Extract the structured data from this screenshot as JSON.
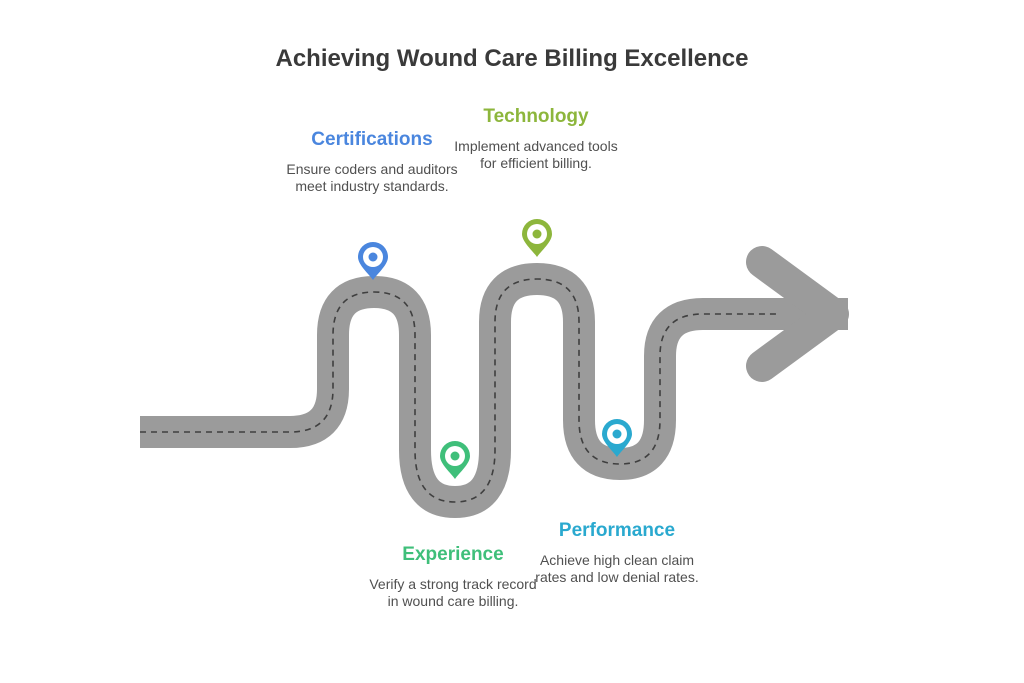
{
  "title": "Achieving Wound Care Billing Excellence",
  "colors": {
    "road": "#9b9b9b",
    "road_dash": "#3f3f3f",
    "certifications": "#4a86de",
    "technology": "#8db63c",
    "experience": "#3fbf7a",
    "performance": "#2aa9cf"
  },
  "milestones": {
    "certifications": {
      "heading": "Certifications",
      "description": "Ensure coders and auditors meet industry standards.",
      "icon": "map-pin-icon"
    },
    "technology": {
      "heading": "Technology",
      "description": "Implement advanced tools for efficient billing.",
      "icon": "map-pin-icon"
    },
    "experience": {
      "heading": "Experience",
      "description": "Verify a strong track record in wound care billing.",
      "icon": "map-pin-icon"
    },
    "performance": {
      "heading": "Performance",
      "description": "Achieve high clean claim rates and low denial rates.",
      "icon": "map-pin-icon"
    }
  }
}
